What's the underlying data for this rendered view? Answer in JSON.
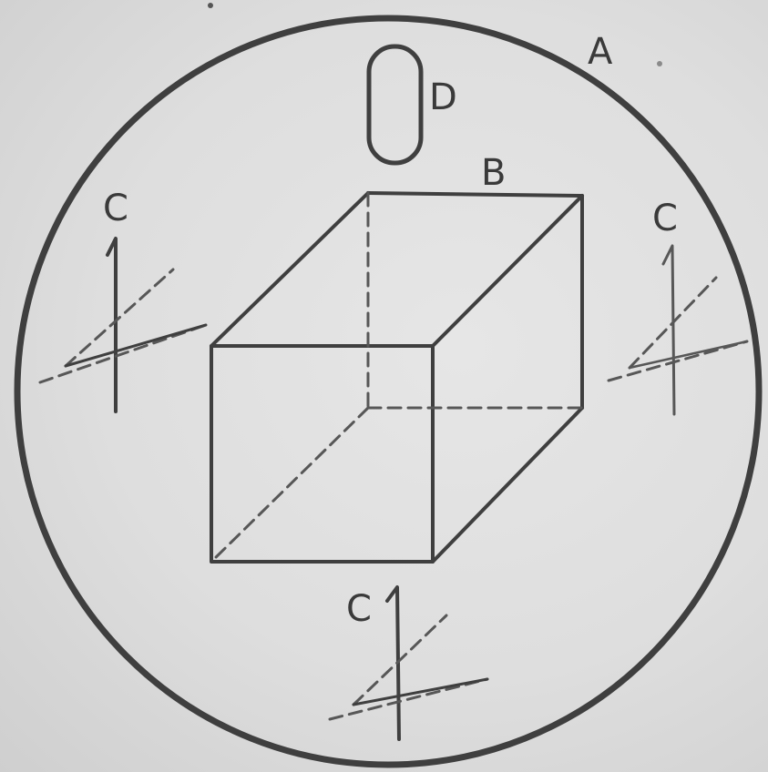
{
  "labels": {
    "circle": "A",
    "cube": "B",
    "axes_left": "C",
    "axes_right": "C",
    "axes_bottom": "C",
    "capsule": "D"
  }
}
